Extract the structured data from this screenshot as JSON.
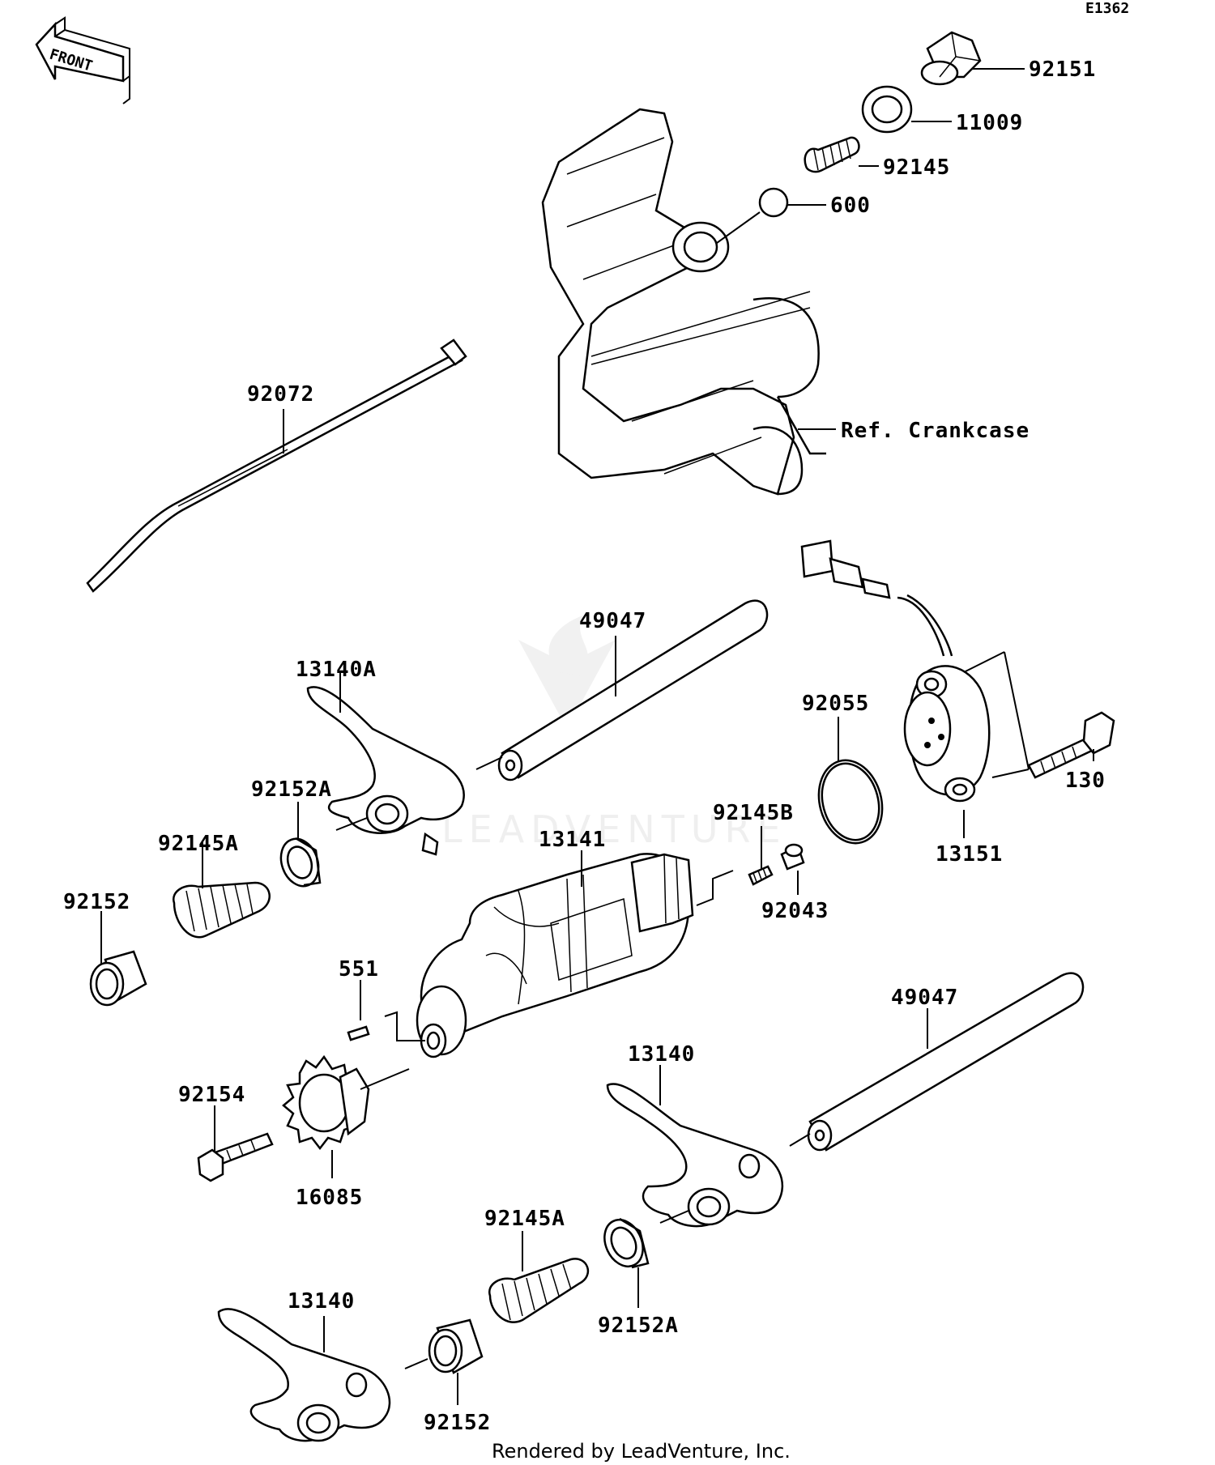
{
  "diagram": {
    "code": "E1362",
    "front_label": "FRONT",
    "watermark": "LEADVENTURE",
    "footer": "Rendered by LeadVenture, Inc.",
    "labels": {
      "p92151": "92151",
      "p11009": "11009",
      "p92145": "92145",
      "p600": "600",
      "crankcase": "Ref. Crankcase",
      "p92072": "92072",
      "p49047a": "49047",
      "p13140A": "13140A",
      "p92055": "92055",
      "p130": "130",
      "p92152Aa": "92152A",
      "p92145Ba": "92145B",
      "p13151": "13151",
      "p92145Aa": "92145A",
      "p13141": "13141",
      "p92043": "92043",
      "p92152a": "92152",
      "p551": "551",
      "p49047b": "49047",
      "p13140a": "13140",
      "p92154": "92154",
      "p16085": "16085",
      "p92145Ab": "92145A",
      "p13140b": "13140",
      "p92152Ab": "92152A",
      "p92152b": "92152"
    }
  }
}
